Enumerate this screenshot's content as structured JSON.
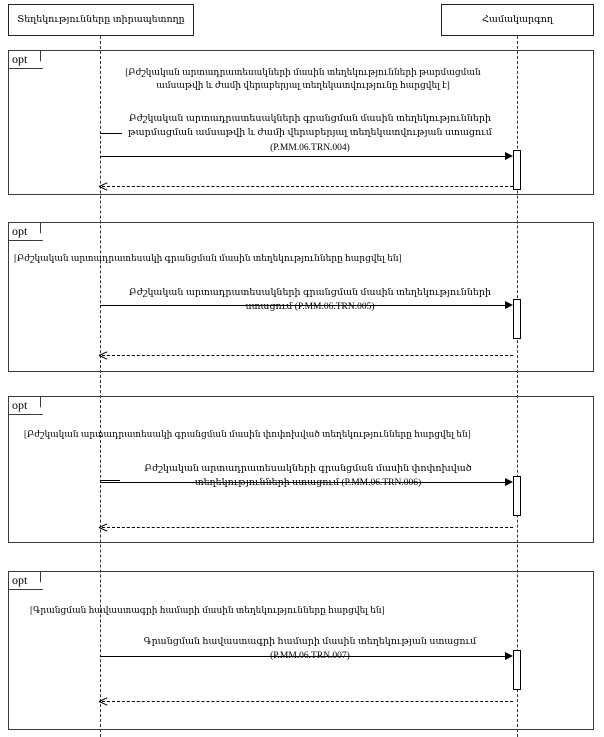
{
  "diagram": {
    "type": "uml-sequence-diagram",
    "participants": [
      {
        "id": "owner",
        "label": "Տեղեկությունները տիրապետողը"
      },
      {
        "id": "coordinator",
        "label": "Համակարգող"
      }
    ],
    "fragments": [
      {
        "operator": "opt",
        "guard": "[Բժշկական արտադրատեսակների մասին տեղեկությունների թարմացման ամսաթվի և ժամի վերաբերյալ տեղեկատվությունը հարցվել է]",
        "message": "Բժշկական արտադրատեսակների գրանցման մասին տեղեկությունների թարմացման ամսաթվի և ժամի վերաբերյալ տեղեկատվության ստացում (P.MM.06.TRN.004)",
        "message_code": "P.MM.06.TRN.004"
      },
      {
        "operator": "opt",
        "guard": "[Բժշկական արտադրատեսակի գրանցման մասին տեղեկությունները հարցվել են]",
        "message": "Բժշկական արտադրատեսակների գրանցման մասին տեղեկությունների ստացում (P.MM.06.TRN.005)",
        "message_code": "P.MM.06.TRN.005"
      },
      {
        "operator": "opt",
        "guard": "[Բժշկական արտադրատեսակի գրանցման մասին փոփոխված տեղեկությունները հարցվել են]",
        "message": "Բժշկական արտադրատեսակների գրանցման մասին փոփոխված տեղեկությունների ստացում (P.MM.06.TRN.006)",
        "message_code": "P.MM.06.TRN.006"
      },
      {
        "operator": "opt",
        "guard": "[Գրանցման հավաստագրի համարի մասին տեղեկությունները հարցվել են]",
        "message": "Գրանցման հավաստագրի համարի մասին տեղեկության ստացում (P.MM.06.TRN.007)",
        "message_code": "P.MM.06.TRN.007"
      }
    ]
  }
}
